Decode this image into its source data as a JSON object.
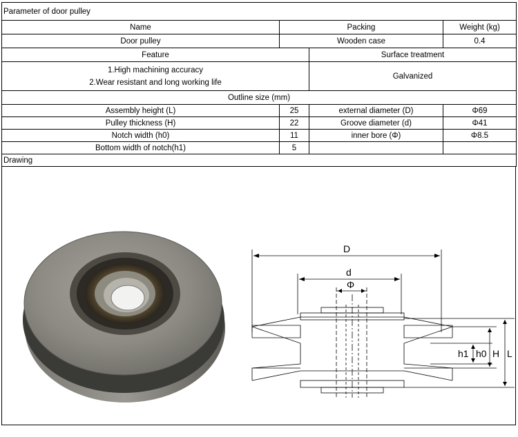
{
  "doc": {
    "title": "Parameter of door pulley",
    "headers": {
      "name": "Name",
      "packing": "Packing",
      "weight": "Weight (kg)"
    },
    "row1": {
      "name": "Door pulley",
      "packing": "Wooden case",
      "weight": "0.4"
    },
    "feature_header": "Feature",
    "surface_header": "Surface treatment",
    "features": [
      "1.High machining accuracy",
      "2.Wear resistant and long working life"
    ],
    "surface_treatment": "Galvanized",
    "outline_header": "Outline size (mm)",
    "outline_rows": [
      {
        "label": "Assembly height (L)",
        "value": "25",
        "label2": "external diameter (D)",
        "value2": "Φ69"
      },
      {
        "label": "Pulley thickness (H)",
        "value": "22",
        "label2": "Groove diameter (d)",
        "value2": "Φ41"
      },
      {
        "label": "Notch width (h0)",
        "value": "11",
        "label2": "inner bore (Φ)",
        "value2": "Φ8.5"
      },
      {
        "label": "Bottom width of notch(h1)",
        "value": "5",
        "label2": "",
        "value2": ""
      }
    ],
    "drawing_header": "Drawing",
    "dim_labels": {
      "D": "D",
      "d": "d",
      "phi": "Φ",
      "h1": "h1",
      "h0": "h0",
      "H": "H",
      "L": "L"
    }
  }
}
